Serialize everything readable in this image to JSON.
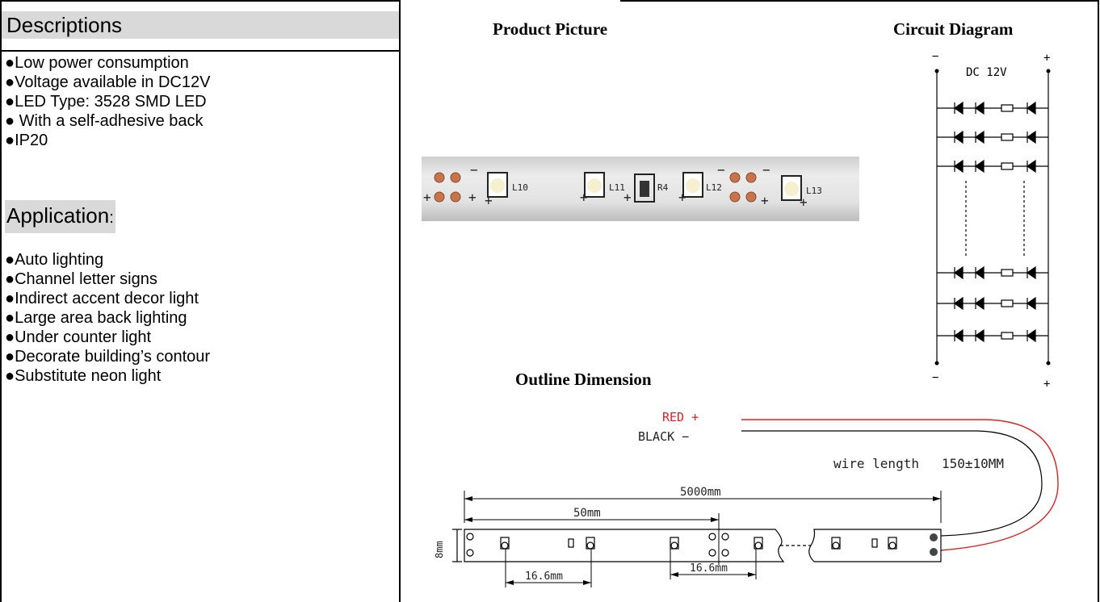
{
  "left": {
    "descriptions_title": "Descriptions",
    "descriptions": [
      "●Low power consumption",
      "●Voltage available in DC12V",
      "●LED Type: 3528 SMD LED",
      "● With a self-adhesive back",
      "●IP20"
    ],
    "application_title": "Application",
    "application_suffix": ":",
    "applications": [
      "●Auto lighting",
      "●Channel letter signs",
      "●Indirect accent decor light",
      "●Large area back lighting",
      "●Under counter light",
      "●Decorate building’s contour",
      "●Substitute neon light"
    ]
  },
  "right": {
    "product_picture_title": "Product Picture",
    "circuit_diagram_title": "Circuit Diagram",
    "outline_dimension_title": "Outline Dimension",
    "strip_labels": [
      "L10",
      "L11",
      "R4",
      "L12",
      "L13"
    ],
    "circuit": {
      "voltage_label": "DC 12V",
      "minus": "−",
      "plus": "+"
    },
    "outline": {
      "red_label": "RED +",
      "black_label": "BLACK −",
      "wire_length_label": "wire length",
      "wire_length_value": "150±10MM",
      "total_length": "5000mm",
      "segment_length": "50mm",
      "width": "8mm",
      "led_pitch_1": "16.6mm",
      "led_pitch_2": "16.6mm"
    }
  },
  "colors": {
    "red_wire": "#e02020",
    "pad_copper": "#c8744a",
    "strip_white": "#e8e8e8",
    "title_bg": "#d9d9d9"
  }
}
